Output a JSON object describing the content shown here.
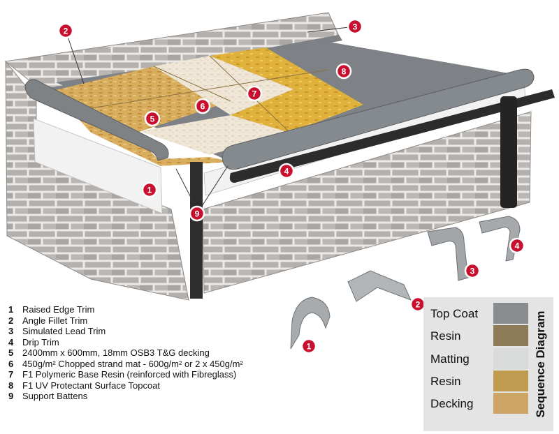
{
  "legend": [
    {
      "num": "1",
      "text": "Raised Edge Trim"
    },
    {
      "num": "2",
      "text": "Angle Fillet Trim"
    },
    {
      "num": "3",
      "text": "Simulated Lead Trim"
    },
    {
      "num": "4",
      "text": "Drip Trim"
    },
    {
      "num": "5",
      "text": "2400mm x 600mm, 18mm OSB3 T&G decking"
    },
    {
      "num": "6",
      "text": "450g/m² Chopped strand mat - 600g/m² or 2 x 450g/m²"
    },
    {
      "num": "7",
      "text": "F1 Polymeric Base Resin (reinforced with Fibreglass)"
    },
    {
      "num": "8",
      "text": "F1 UV Protectant Surface Topcoat"
    },
    {
      "num": "9",
      "text": "Support Battens"
    }
  ],
  "callouts": [
    "1",
    "2",
    "3",
    "4",
    "5",
    "6",
    "7",
    "8",
    "9"
  ],
  "trim_callouts": [
    "1",
    "2",
    "3",
    "4"
  ],
  "sequence": {
    "title": "Sequence Diagram",
    "layers": [
      {
        "label": "Top Coat",
        "color": "#8a8d90"
      },
      {
        "label": "Resin",
        "color": "#8d7a56"
      },
      {
        "label": "Matting",
        "color": "#d9dada"
      },
      {
        "label": "Resin",
        "color": "#c09a4e"
      },
      {
        "label": "Decking",
        "color": "#cfa566"
      }
    ]
  },
  "colors": {
    "callout": "#c8102e",
    "brick": "#b3b0ad",
    "mortar": "#ece9e6",
    "topcoat": "#7e8185",
    "osb": "#d8ae5e",
    "matting": "#f0e9dc",
    "resin": "#e2b23a",
    "trim": "#7f8285",
    "gutter": "#2c2c2c"
  }
}
